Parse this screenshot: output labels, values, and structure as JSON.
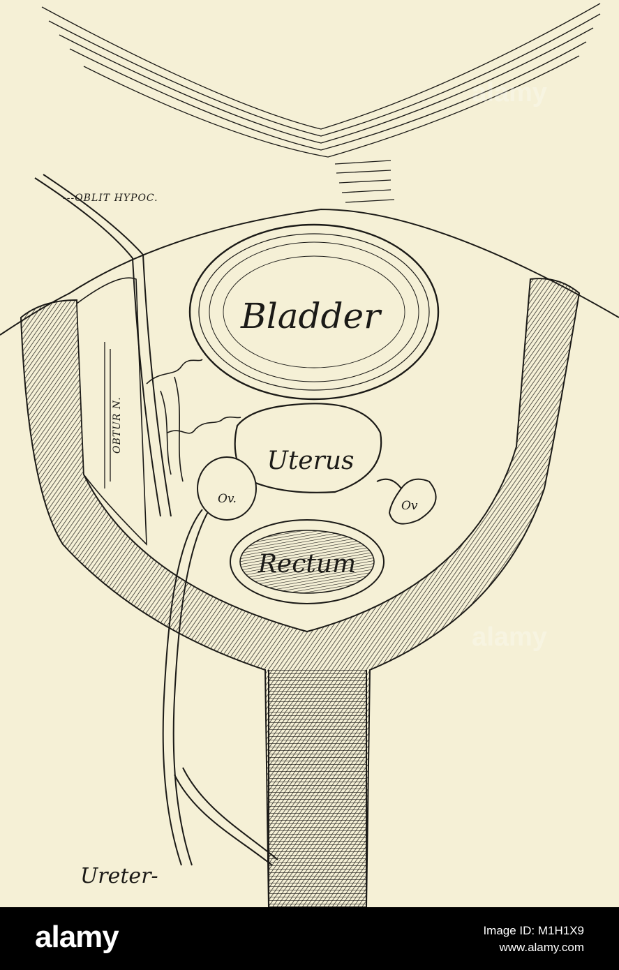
{
  "labels": {
    "bladder": "Bladder",
    "uterus": "Uterus",
    "rectum": "Rectum",
    "ovary_left": "Ov.",
    "ovary_right": "Ov",
    "oblit_hypoc": "---OBLIT HYPOC.",
    "obtur_n": "OBTUR N.",
    "ureter": "Ureter-"
  },
  "watermark": {
    "text": "alamy"
  },
  "footer": {
    "logo": "alamy",
    "image_id": "Image ID: M1H1X9",
    "site": "www.alamy.com"
  },
  "colors": {
    "paper": "#f5f0d6",
    "ink": "#1b1a17",
    "footer_bg": "#000000"
  }
}
